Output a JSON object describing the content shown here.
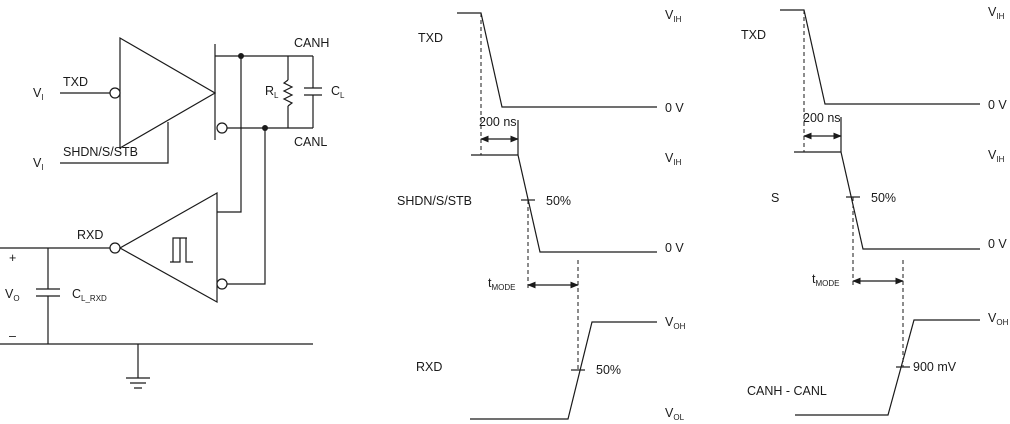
{
  "schematic": {
    "vi_txd": {
      "main": "V",
      "sub": "I"
    },
    "txd": "TXD",
    "vi_shdn": {
      "main": "V",
      "sub": "I"
    },
    "shdn_s_stb": "SHDN/S/STB",
    "canh": "CANH",
    "canl": "CANL",
    "rl": {
      "main": "R",
      "sub": "L"
    },
    "cl": {
      "main": "C",
      "sub": "L"
    },
    "rxd": "RXD",
    "plus": "+",
    "minus": "–",
    "vo": {
      "main": "V",
      "sub": "O"
    },
    "cl_rxd": {
      "main": "C",
      "sub": "L_RXD"
    }
  },
  "timing_a": {
    "txd": "TXD",
    "vih_top": {
      "main": "V",
      "sub": "IH"
    },
    "zero_v_top": "0 V",
    "delay": "200 ns",
    "shdn": "SHDN/S/STB",
    "vih_mid": {
      "main": "V",
      "sub": "IH"
    },
    "pct_mid": "50%",
    "zero_v_mid": "0 V",
    "tmode": {
      "main": "t",
      "sub": "MODE"
    },
    "rxd": "RXD",
    "voh": {
      "main": "V",
      "sub": "OH"
    },
    "pct_bot": "50%",
    "vol": {
      "main": "V",
      "sub": "OL"
    }
  },
  "timing_b": {
    "txd": "TXD",
    "vih_top": {
      "main": "V",
      "sub": "IH"
    },
    "zero_v_top": "0 V",
    "delay": "200 ns",
    "s": "S",
    "vih_mid": {
      "main": "V",
      "sub": "IH"
    },
    "pct_mid": "50%",
    "zero_v_mid": "0 V",
    "tmode": {
      "main": "t",
      "sub": "MODE"
    },
    "canh_canl": "CANH - CANL",
    "voh": {
      "main": "V",
      "sub": "OH"
    },
    "threshold": "900 mV"
  }
}
